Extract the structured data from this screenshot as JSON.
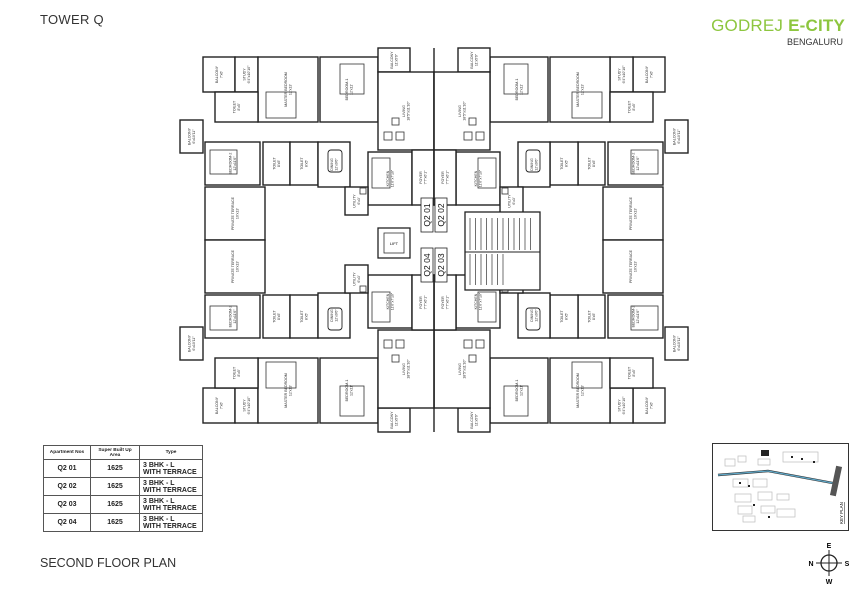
{
  "header": {
    "tower": "TOWER Q",
    "plan_title": "SECOND FLOOR PLAN"
  },
  "logo": {
    "brand_light": "GODREJ ",
    "brand_bold": "E-CITY",
    "city": "BENGALURU"
  },
  "unit_rooms": [
    {
      "name": "BALCONY",
      "dim": "7'x6'"
    },
    {
      "name": "STUDY",
      "dim": "6'4\"x10'10\""
    },
    {
      "name": "MASTER BEDROOM",
      "dim": "12'x13'"
    },
    {
      "name": "TOILET",
      "dim": "8'x5'"
    },
    {
      "name": "BEDROOM-1",
      "dim": "12'x11'"
    },
    {
      "name": "BALCONY",
      "dim": "11'x5'6\""
    },
    {
      "name": "LIVING",
      "dim": "18'5\"x11'10\""
    },
    {
      "name": "BALCONY",
      "dim": "6'x10'11\""
    },
    {
      "name": "BEDROOM-2",
      "dim": "12'x11'6\""
    },
    {
      "name": "TOILET",
      "dim": "8'x5'"
    },
    {
      "name": "TOILET",
      "dim": "8'x5'"
    },
    {
      "name": "DINING",
      "dim": "12'x9'6\""
    },
    {
      "name": "KITCHEN",
      "dim": "11'6\"x7'10\""
    },
    {
      "name": "UTILITY",
      "dim": "6'x3'"
    },
    {
      "name": "FOYER",
      "dim": "7'7\"x6'1\""
    },
    {
      "name": "PRIVATE TERRACE",
      "dim": "10'x13'"
    }
  ],
  "units": [
    {
      "id": "Q2 01"
    },
    {
      "id": "Q2 02"
    },
    {
      "id": "Q2 03"
    },
    {
      "id": "Q2 04"
    }
  ],
  "core": {
    "lift": "LIFT"
  },
  "schedule": {
    "headers": [
      "Apartment Nos",
      "Super Built Up Area",
      "Type"
    ],
    "rows": [
      {
        "apt": "Q2 01",
        "area": "1625",
        "type1": "3 BHK - L",
        "type2": "WITH TERRACE"
      },
      {
        "apt": "Q2 02",
        "area": "1625",
        "type1": "3 BHK - L",
        "type2": "WITH TERRACE"
      },
      {
        "apt": "Q2 03",
        "area": "1625",
        "type1": "3 BHK - L",
        "type2": "WITH TERRACE"
      },
      {
        "apt": "Q2 04",
        "area": "1625",
        "type1": "3 BHK - L",
        "type2": "WITH TERRACE"
      }
    ]
  },
  "key_plan": {
    "label": "KEY PLAN",
    "road_color": "#5fa8c8"
  },
  "compass": {
    "n": "N",
    "e": "E",
    "s": "S",
    "w": "W"
  },
  "colors": {
    "brand_green": "#8dc63f"
  }
}
